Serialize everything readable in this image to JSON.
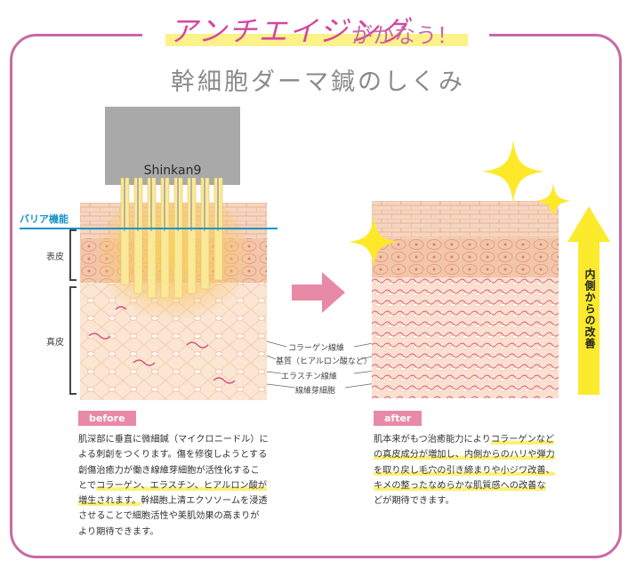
{
  "title": {
    "highlight": "アンチエイジング",
    "suffix": "がかなう！",
    "subtitle": "幹細胞ダーマ鍼のしくみ"
  },
  "device": {
    "label": "Shinkan9"
  },
  "labels": {
    "barrier": "バリア機能",
    "epidermis": "表皮",
    "dermis": "真皮",
    "collagen": "コラーゲン線維",
    "matrix": "基質（ヒアルロン酸など）",
    "elastin": "エラスチン線維",
    "fibroblast": "線維芽細胞"
  },
  "arrow_label": "内側からの改善",
  "before": {
    "tag": "before",
    "line1": "肌深部に垂直に微細鍼（マイクロニードル）に",
    "line2": "よる刺創をつくります。傷を修復しようとする",
    "line3": "創傷治癒力が働き線維芽細胞が活性化するこ",
    "line4a": "とで",
    "line4b": "コラーゲン、エラスチン、ヒアルロン酸が",
    "line5a": "増生されます。",
    "line5b": "幹細胞上清エクソソームを浸透",
    "line6": "させることで細胞活性や美肌効果の高まりが",
    "line7": "より期待できます。"
  },
  "after": {
    "tag": "after",
    "line1a": "肌本来がもつ治癒能力により",
    "line1b": "コラーゲンなど",
    "line2": "の真皮成分が増加し、内側からのハリや弾力",
    "line3": "を取り戻し毛穴の引き締まりや小ジワ改善、",
    "line4": "キメの整ったなめらかな肌質感への改善な",
    "line5": "どが期待できます。"
  },
  "colors": {
    "frame": "#c86aa6",
    "accent_pink": "#d4479e",
    "barrier_blue": "#1a93c8",
    "arrow_yellow": "#fcea2c",
    "tag_pink": "#e88aa6",
    "highlight_yellow": "#fdf07a"
  }
}
